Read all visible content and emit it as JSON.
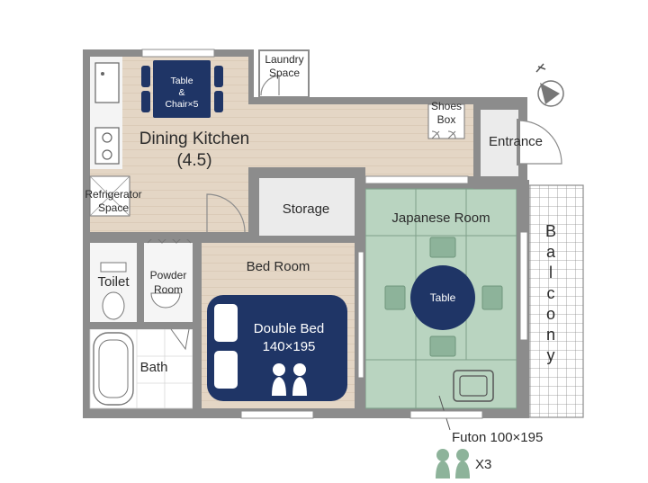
{
  "rooms": {
    "dining_kitchen": "Dining Kitchen",
    "dining_kitchen_size": "(4.5)",
    "table_chair_1": "Table",
    "table_chair_2": "&",
    "table_chair_3": "Chair×5",
    "laundry_1": "Laundry",
    "laundry_2": "Space",
    "shoes_1": "Shoes",
    "shoes_2": "Box",
    "entrance": "Entrance",
    "fridge_1": "Refrigerator",
    "fridge_2": "Space",
    "storage": "Storage",
    "japanese_room": "Japanese Room",
    "jp_table": "Table",
    "bed_room": "Bed Room",
    "double_bed": "Double Bed",
    "double_bed_size": "140×195",
    "toilet": "Toilet",
    "powder_1": "Powder",
    "powder_2": "Room",
    "bath": "Bath",
    "balcony_letters": [
      "B",
      "a",
      "l",
      "c",
      "o",
      "n",
      "y"
    ],
    "futon": "Futon 100×195",
    "futon_count": "X3"
  },
  "compass": {
    "label": "N"
  },
  "colors": {
    "wall": "#8c8c8c",
    "wood": "#e4d6c5",
    "tatami": "#b9d4c0",
    "tatami_line": "#7fa08a",
    "navy": "#1f3566",
    "wet_area": "#ededed",
    "cushion": "#8db39a"
  }
}
